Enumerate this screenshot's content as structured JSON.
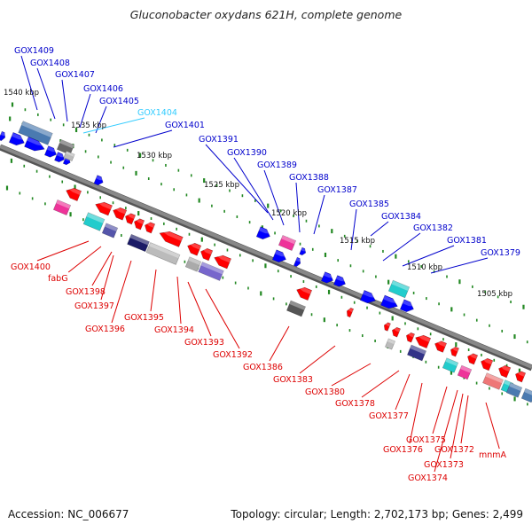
{
  "title": "Gluconobacter oxydans 621H, complete genome",
  "footer": {
    "accession": "Accession: NC_006677",
    "summary": "Topology: circular; Length: 2,702,173 bp; Genes: 2,499"
  },
  "colors": {
    "forward_label": "#0000cc",
    "reverse_label": "#dd0000",
    "highlight_label": "#33ccff",
    "backbone": "#888888",
    "forward_gene": "#0000ff",
    "reverse_gene": "#ff0000",
    "tick": "#228822"
  },
  "scale_labels": [
    "1540 kbp",
    "1535 kbp",
    "1530 kbp",
    "1525 kbp",
    "1520 kbp",
    "1515 kbp",
    "1510 kbp",
    "1505 kbp"
  ],
  "forward_genes": [
    "GOX1409",
    "GOX1408",
    "GOX1407",
    "GOX1406",
    "GOX1405",
    "GOX1404",
    "GOX1401",
    "GOX1391",
    "GOX1390",
    "GOX1389",
    "GOX1388",
    "GOX1387",
    "GOX1385",
    "GOX1384",
    "GOX1382",
    "GOX1381",
    "GOX1379"
  ],
  "highlighted_gene": "GOX1404",
  "reverse_genes": [
    "GOX1400",
    "fabG",
    "GOX1398",
    "GOX1397",
    "GOX1396",
    "GOX1395",
    "GOX1394",
    "GOX1393",
    "GOX1392",
    "GOX1386",
    "GOX1383",
    "GOX1380",
    "GOX1378",
    "GOX1377",
    "GOX1376",
    "GOX1375",
    "GOX1374",
    "GOX1373",
    "GOX1372",
    "mnmA"
  ]
}
